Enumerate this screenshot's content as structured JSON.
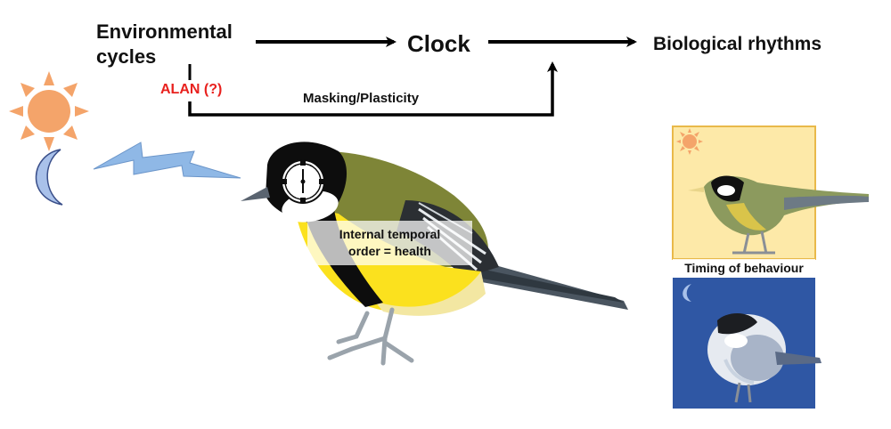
{
  "diagram": {
    "environmental_cycles": [
      "Environmental",
      "cycles"
    ],
    "clock": "Clock",
    "biological_rhythms": "Biological rhythms",
    "alan": "ALAN (?)",
    "masking": "Masking/Plasticity",
    "internal_order": [
      "Internal temporal",
      "order = health"
    ],
    "timing": "Timing of behaviour"
  },
  "colors": {
    "alan_red": "#e8211e",
    "sun_orange": "#f4a46a",
    "moon_blue": "#a9c1ea",
    "lightning_blue": "#8fb8e6",
    "day_panel": "#fde9a8",
    "night_panel": "#2f57a4",
    "bird_yellow": "#fbe11e",
    "bird_olive": "#7e8537",
    "bird_black": "#0d0d0d",
    "tail_slate": "#4a5560"
  },
  "icons": [
    "sun-icon",
    "moon-icon",
    "lightning-icon",
    "clock-face-icon",
    "great-tit-bird",
    "day-bird-photo",
    "sleeping-bird-photo"
  ]
}
